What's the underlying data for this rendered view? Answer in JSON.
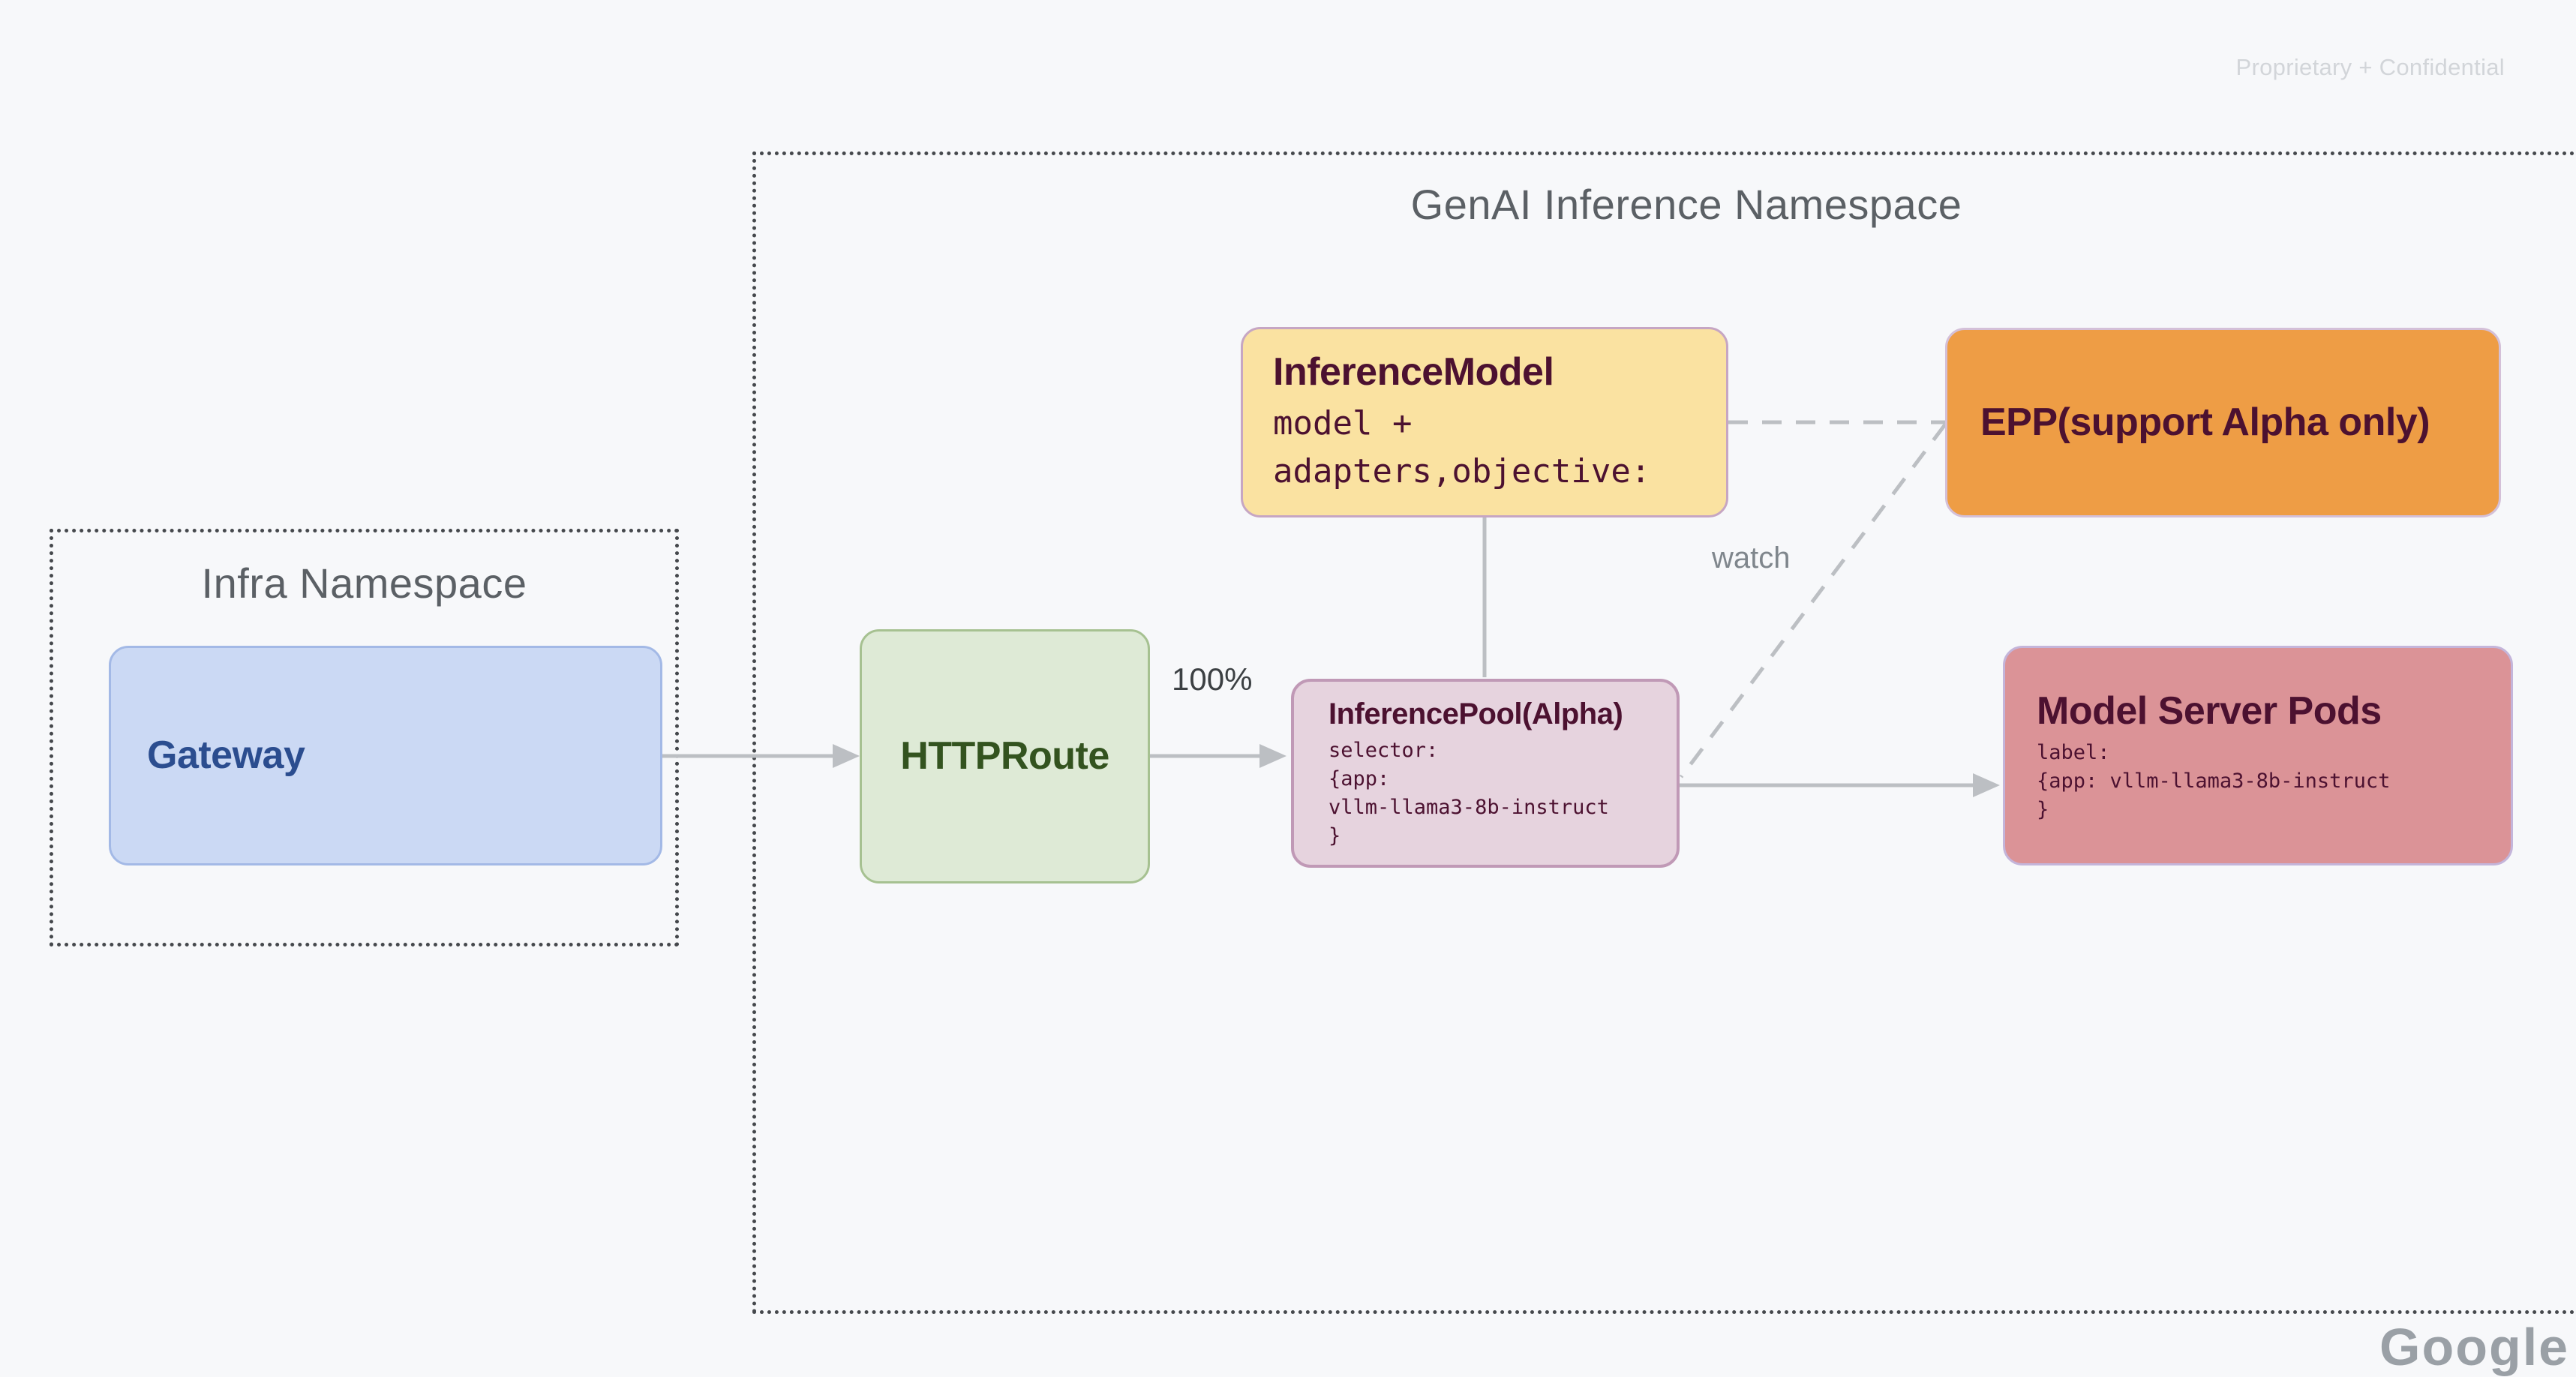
{
  "page": {
    "confidential_label": "Proprietary + Confidential",
    "watermark_partial_label": "Google",
    "background_color": "#f7f8fa"
  },
  "namespaces": {
    "genai": {
      "title": "GenAI Inference Namespace"
    },
    "infra": {
      "title": "Infra Namespace"
    }
  },
  "nodes": {
    "gateway": {
      "title": "Gateway",
      "fill": "#cbd9f4",
      "border_color": "#a3b9e6",
      "text_color": "#2b4d8f"
    },
    "httproute": {
      "title": "HTTPRoute",
      "fill": "#deead6",
      "border_color": "#a6c191",
      "text_color": "#33531f"
    },
    "inference_model": {
      "title": "InferenceModel",
      "lines": [
        "model +",
        "adapters,objective:"
      ],
      "fill": "#fae2a1",
      "border_color": "#c6a6c3",
      "text_color": "#4c1130"
    },
    "epp": {
      "title": "EPP(support Alpha only)",
      "fill": "#ee9d45",
      "border_color": "#d4c0d8",
      "text_color": "#4c1130"
    },
    "inference_pool": {
      "title": "InferencePool(Alpha)",
      "lines": [
        "selector:",
        "{app:",
        "vllm-llama3-8b-instruct",
        "}"
      ],
      "fill": "#e6d3de",
      "border_color": "#c099b6",
      "text_color": "#4c1130"
    },
    "model_server_pods": {
      "title": "Model Server Pods",
      "lines": [
        "label:",
        "{app: vllm-llama3-8b-instruct",
        "}"
      ],
      "fill": "#db9397",
      "border_color": "#c4b5da",
      "text_color": "#4c1130"
    }
  },
  "edges": {
    "line_color": "#bcbfc3",
    "gateway_to_httproute": {
      "type": "solid-arrow"
    },
    "httproute_to_inference_pool": {
      "type": "solid-arrow",
      "label": "100%"
    },
    "inference_pool_to_model_server_pods": {
      "type": "solid-arrow"
    },
    "inference_model_to_inference_pool": {
      "type": "solid-line"
    },
    "inference_model_to_epp": {
      "type": "dashed-line"
    },
    "epp_to_inference_pool": {
      "type": "dashed-line",
      "label": "watch"
    }
  }
}
